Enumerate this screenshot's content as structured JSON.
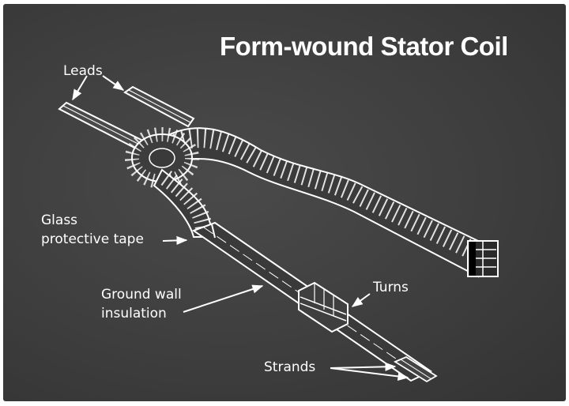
{
  "title": "Form-wound Stator Coil",
  "labels": {
    "leads": "Leads",
    "glass_line1": "Glass",
    "glass_line2": "protective tape",
    "ground_line1": "Ground wall",
    "ground_line2": "insulation",
    "turns": "Turns",
    "strands": "Strands"
  },
  "colors": {
    "background": "#3e3e3e",
    "line_art": "#ffffff"
  }
}
